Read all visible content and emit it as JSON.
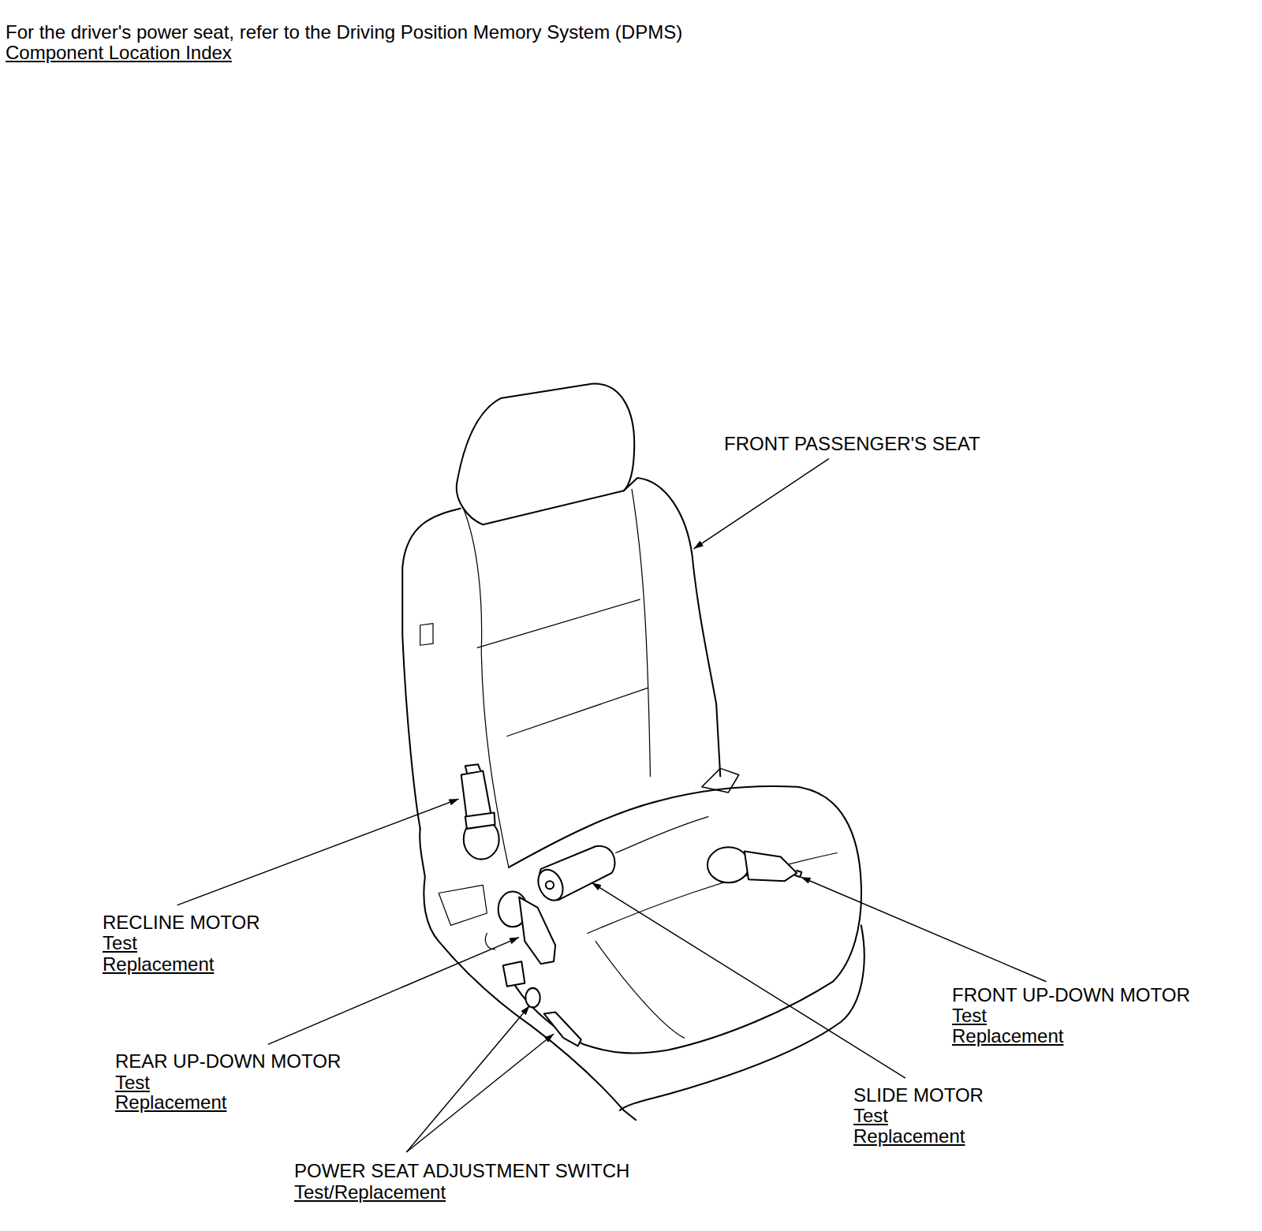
{
  "diagram": {
    "labels": [
      "For the driver's power seat, refer to the Driving Position Memory System (DPMS)",
      "Component Location Index",
      "FRONT PASSENGER'S SEAT",
      "RECLINE MOTOR",
      "Test",
      "Replacement",
      "REAR UP-DOWN MOTOR",
      "Test",
      "Replacement",
      "POWER SEAT ADJUSTMENT SWITCH",
      "Test/Replacement",
      "SLIDE MOTOR",
      "Test",
      "Replacement",
      "FRONT UP-DOWN MOTOR",
      "Test",
      "Replacement"
    ]
  }
}
